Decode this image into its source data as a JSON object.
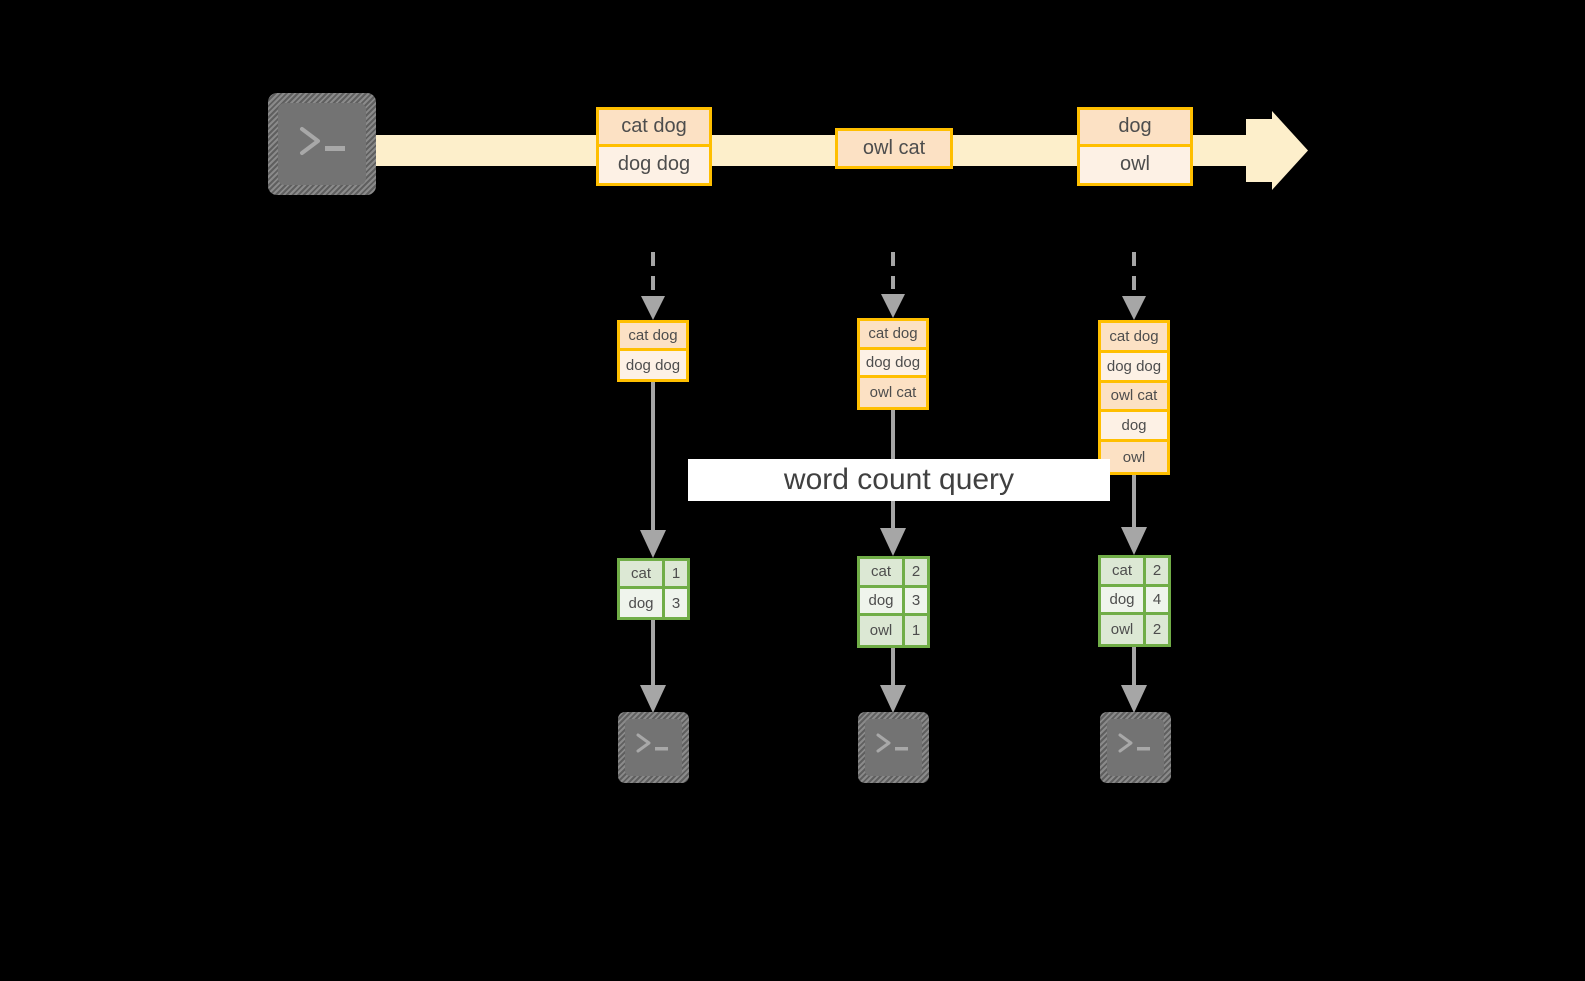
{
  "diagram": {
    "title_banner": {
      "label": "word count query"
    },
    "colors": {
      "background": "#000000",
      "stream_fill": "#FDEFCB",
      "record_border": "#FFBF00",
      "record_fill_dark": "#FCE1C4",
      "record_fill_light": "#FDF1E5",
      "counts_border": "#70AD47",
      "counts_fill_dark": "#DCE8D4",
      "counts_fill_light": "#EFF4EC",
      "connector": "#A6A6A6",
      "terminal": "#737373",
      "banner_fill": "#FFFFFF",
      "text": "#4D4D4D"
    },
    "producer": {
      "icon": "terminal-icon",
      "prompt": ">_"
    },
    "stream": {
      "icon": "right-arrow-icon",
      "batches": [
        {
          "lines": [
            "cat dog",
            "dog dog"
          ]
        },
        {
          "lines": [
            "owl cat"
          ]
        },
        {
          "lines": [
            "dog",
            "owl"
          ]
        }
      ]
    },
    "snapshots": [
      {
        "records": [
          "cat dog",
          "dog dog"
        ],
        "counts": {
          "rows": [
            {
              "word": "cat",
              "count": "1"
            },
            {
              "word": "dog",
              "count": "3"
            }
          ]
        },
        "consumer": {
          "icon": "terminal-icon",
          "prompt": ">_"
        }
      },
      {
        "records": [
          "cat dog",
          "dog dog",
          "owl cat"
        ],
        "counts": {
          "rows": [
            {
              "word": "cat",
              "count": "2"
            },
            {
              "word": "dog",
              "count": "3"
            },
            {
              "word": "owl",
              "count": "1"
            }
          ]
        },
        "consumer": {
          "icon": "terminal-icon",
          "prompt": ">_"
        }
      },
      {
        "records": [
          "cat dog",
          "dog dog",
          "owl cat",
          "dog",
          "owl"
        ],
        "counts": {
          "rows": [
            {
              "word": "cat",
              "count": "2"
            },
            {
              "word": "dog",
              "count": "4"
            },
            {
              "word": "owl",
              "count": "2"
            }
          ]
        },
        "consumer": {
          "icon": "terminal-icon",
          "prompt": ">_"
        }
      }
    ]
  }
}
